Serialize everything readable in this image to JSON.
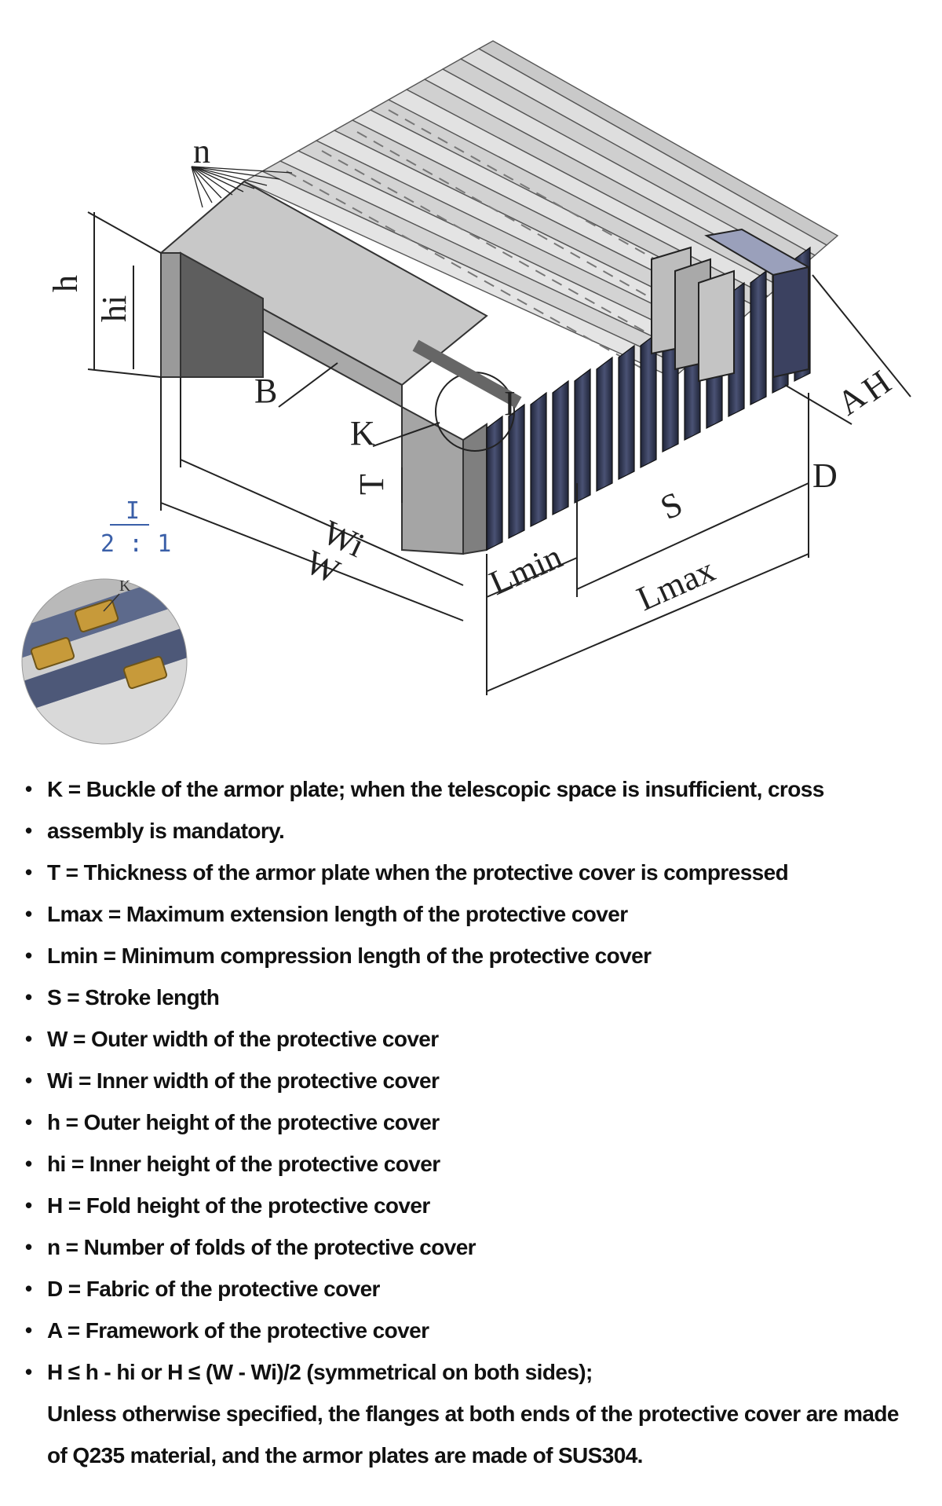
{
  "diagram": {
    "labels": {
      "n": "n",
      "h": "h",
      "hi": "hi",
      "B": "B",
      "K": "K",
      "I": "I",
      "T": "T",
      "Wi": "Wi",
      "W": "W",
      "Lmin": "Lmin",
      "S": "S",
      "Lmax": "Lmax",
      "A": "A",
      "H": "H",
      "D": "D",
      "detail_top": "I",
      "detail_scale": "2 : 1",
      "detail_k": "K"
    },
    "colors": {
      "plate_light": "#d4d4d4",
      "plate_mid": "#b8b8b8",
      "plate_dark": "#8e8e8e",
      "fold_dark": "#2a2f45",
      "fold_blue": "#3c4363",
      "buckle_gold": "#c79a3a",
      "scale_blue": "#3a5fa8"
    }
  },
  "legend": {
    "items": [
      "K = Buckle of the armor plate; when the telescopic space is insufficient, cross",
      "assembly is mandatory.",
      "T = Thickness of the armor plate when the protective cover is compressed",
      "Lmax = Maximum extension length of the protective cover",
      "Lmin = Minimum compression length of the protective cover",
      "S = Stroke length",
      "W = Outer width of the protective cover",
      "Wi = Inner width of the protective cover",
      "h = Outer height of the protective cover",
      "hi = Inner height of the protective cover",
      "H = Fold height of the protective cover",
      "n = Number of folds of the protective cover",
      "D = Fabric of the protective cover",
      "A = Framework of the protective cover",
      "H ≤ h - hi or H ≤ (W - Wi)/2 (symmetrical on both sides);"
    ],
    "note_line1": "Unless otherwise specified, the flanges at both ends of the protective cover are made",
    "note_line2": "of Q235 material, and the armor plates are made of SUS304."
  }
}
